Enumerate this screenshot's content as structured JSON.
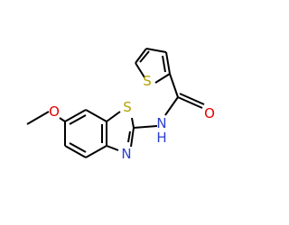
{
  "molecule": {
    "atoms": {
      "thiophene_s": {
        "symbol": "S",
        "color": "#b2a200"
      },
      "carbonyl_o": {
        "symbol": "O",
        "color": "#e00000"
      },
      "amide_n": {
        "symbol": "N",
        "h_label": "H",
        "color": "#2a3fcc"
      },
      "benzothiazole_s": {
        "symbol": "S",
        "color": "#b2a200"
      },
      "thiazole_n": {
        "symbol": "N",
        "color": "#2a3fcc"
      },
      "methoxy_o": {
        "symbol": "O",
        "color": "#e00000"
      }
    },
    "bond_color": "#000000"
  }
}
